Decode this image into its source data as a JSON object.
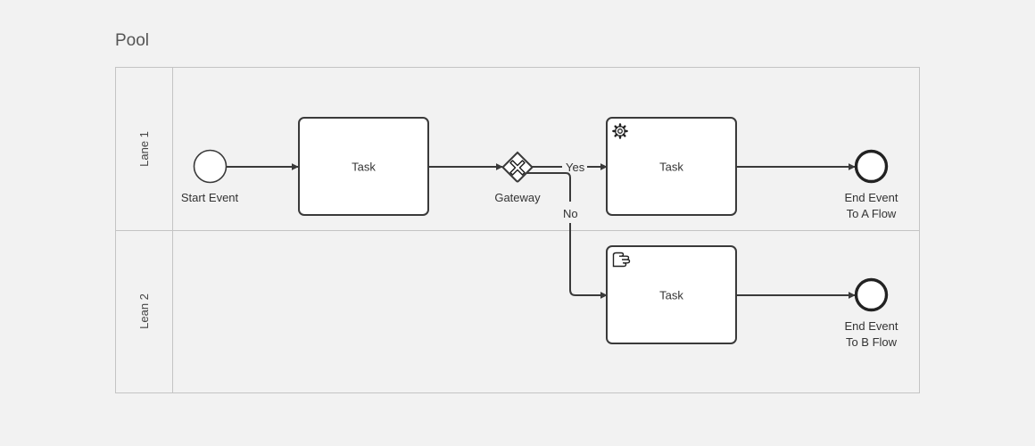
{
  "pool": {
    "title": "Pool",
    "lanes": [
      {
        "label": "Lane 1"
      },
      {
        "label": "Lean 2"
      }
    ]
  },
  "nodes": {
    "start_event": {
      "label": "Start Event"
    },
    "task_1": {
      "label": "Task"
    },
    "gateway": {
      "label": "Gateway",
      "icon": "exclusive-gateway-x-icon"
    },
    "task_2": {
      "label": "Task",
      "icon": "gear-icon"
    },
    "task_3": {
      "label": "Task",
      "icon": "manual-task-hand-icon"
    },
    "end_event_a": {
      "label_line1": "End Event",
      "label_line2": "To A Flow"
    },
    "end_event_b": {
      "label_line1": "End Event",
      "label_line2": "To B Flow"
    }
  },
  "flows": {
    "yes_label": "Yes",
    "no_label": "No"
  },
  "colors": {
    "background": "#f2f2f2",
    "stroke": "#3a3a3a",
    "lane_border": "#c4c4c4",
    "task_fill": "#ffffff"
  }
}
